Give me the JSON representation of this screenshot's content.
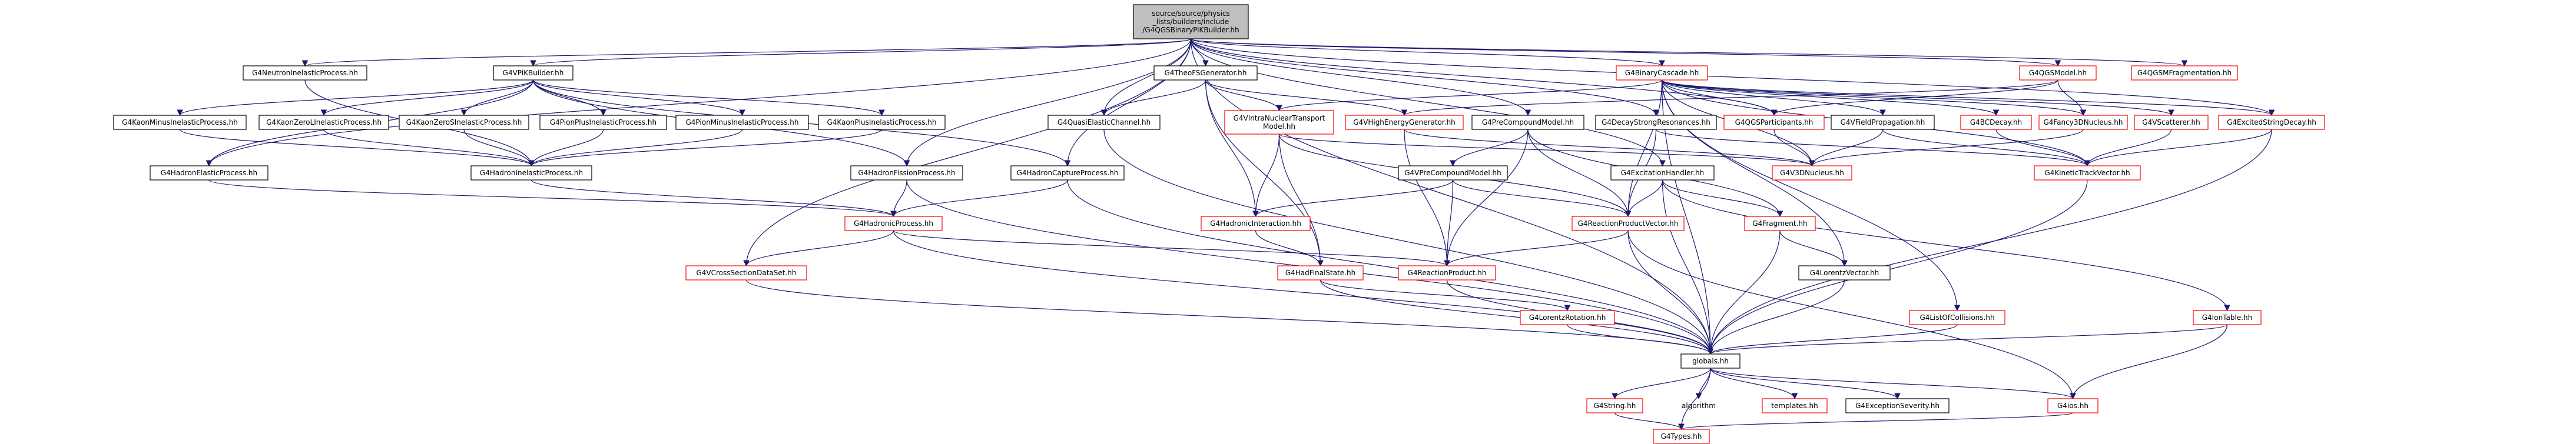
{
  "graph": {
    "root": "source/source/physics_lists/builders/include/G4QGSBinaryPiKBuilder.hh",
    "colors": {
      "edge": "#191970",
      "node_border": "#000000",
      "missing_border": "#ff0000",
      "root_fill": "#bfbfbf",
      "background": "#ffffff"
    },
    "nodes": [
      {
        "id": "root",
        "lines": [
          "source/source/physics",
          "_lists/builders/include",
          "/G4QGSBinaryPiKBuilder.hh"
        ],
        "style": "root"
      },
      {
        "id": "neutronInel",
        "lines": [
          "G4NeutronInelasticProcess.hh"
        ],
        "style": "black"
      },
      {
        "id": "vpik",
        "lines": [
          "G4VPiKBuilder.hh"
        ],
        "style": "black"
      },
      {
        "id": "theofs",
        "lines": [
          "G4TheoFSGenerator.hh"
        ],
        "style": "black"
      },
      {
        "id": "binary",
        "lines": [
          "G4BinaryCascade.hh"
        ],
        "style": "red"
      },
      {
        "id": "qgsm",
        "lines": [
          "G4QGSModel.hh"
        ],
        "style": "red"
      },
      {
        "id": "qgsmfrag",
        "lines": [
          "G4QGSMFragmentation.hh"
        ],
        "style": "red"
      },
      {
        "id": "kaonMinusInel",
        "lines": [
          "G4KaonMinusInelasticProcess.hh"
        ],
        "style": "black"
      },
      {
        "id": "kaonZeroLInel",
        "lines": [
          "G4KaonZeroLInelasticProcess.hh"
        ],
        "style": "black"
      },
      {
        "id": "kaonZeroSInel",
        "lines": [
          "G4KaonZeroSInelasticProcess.hh"
        ],
        "style": "black"
      },
      {
        "id": "pionPlusInel",
        "lines": [
          "G4PionPlusInelasticProcess.hh"
        ],
        "style": "black"
      },
      {
        "id": "pionMinusInel",
        "lines": [
          "G4PionMinusInelasticProcess.hh"
        ],
        "style": "black"
      },
      {
        "id": "kaonPlusInel",
        "lines": [
          "G4KaonPlusInelasticProcess.hh"
        ],
        "style": "black"
      },
      {
        "id": "quasiElastic",
        "lines": [
          "G4QuasiElasticChannel.hh"
        ],
        "style": "black"
      },
      {
        "id": "vintra",
        "lines": [
          "G4VIntraNuclearTransport",
          "Model.hh"
        ],
        "style": "red"
      },
      {
        "id": "vhighE",
        "lines": [
          "G4VHighEnergyGenerator.hh"
        ],
        "style": "red"
      },
      {
        "id": "precompound",
        "lines": [
          "G4PreCompoundModel.hh"
        ],
        "style": "black"
      },
      {
        "id": "decayStrong",
        "lines": [
          "G4DecayStrongResonances.hh"
        ],
        "style": "black"
      },
      {
        "id": "qgsParticipants",
        "lines": [
          "G4QGSParticipants.hh"
        ],
        "style": "red"
      },
      {
        "id": "vfield",
        "lines": [
          "G4VFieldPropagation.hh"
        ],
        "style": "black"
      },
      {
        "id": "bcdecay",
        "lines": [
          "G4BCDecay.hh"
        ],
        "style": "red"
      },
      {
        "id": "fancy3d",
        "lines": [
          "G4Fancy3DNucleus.hh"
        ],
        "style": "red"
      },
      {
        "id": "vscatterer",
        "lines": [
          "G4VScatterer.hh"
        ],
        "style": "red"
      },
      {
        "id": "excitedString",
        "lines": [
          "G4ExcitedStringDecay.hh"
        ],
        "style": "red"
      },
      {
        "id": "hadronicElastic",
        "lines": [
          "G4HadronElasticProcess.hh"
        ],
        "style": "black"
      },
      {
        "id": "hadronInel",
        "lines": [
          "G4HadronInelasticProcess.hh"
        ],
        "style": "black"
      },
      {
        "id": "hadronFission",
        "lines": [
          "G4HadronFissionProcess.hh"
        ],
        "style": "black"
      },
      {
        "id": "hadronCapture",
        "lines": [
          "G4HadronCaptureProcess.hh"
        ],
        "style": "black"
      },
      {
        "id": "vprecompound",
        "lines": [
          "G4VPreCompoundModel.hh"
        ],
        "style": "black"
      },
      {
        "id": "excitationHandler",
        "lines": [
          "G4ExcitationHandler.hh"
        ],
        "style": "black"
      },
      {
        "id": "v3dnucleus",
        "lines": [
          "G4V3DNucleus.hh"
        ],
        "style": "red"
      },
      {
        "id": "kineticTrackVector",
        "lines": [
          "G4KineticTrackVector.hh"
        ],
        "style": "red"
      },
      {
        "id": "hadronicProcess",
        "lines": [
          "G4HadronicProcess.hh"
        ],
        "style": "red"
      },
      {
        "id": "hadronicInteraction",
        "lines": [
          "G4HadronicInteraction.hh"
        ],
        "style": "red"
      },
      {
        "id": "reactionProductVector",
        "lines": [
          "G4ReactionProductVector.hh"
        ],
        "style": "red"
      },
      {
        "id": "fragment",
        "lines": [
          "G4Fragment.hh"
        ],
        "style": "red"
      },
      {
        "id": "vcrossSection",
        "lines": [
          "G4VCrossSectionDataSet.hh"
        ],
        "style": "red"
      },
      {
        "id": "hadFinalState",
        "lines": [
          "G4HadFinalState.hh"
        ],
        "style": "red"
      },
      {
        "id": "reactionProduct",
        "lines": [
          "G4ReactionProduct.hh"
        ],
        "style": "red"
      },
      {
        "id": "lorentzVector",
        "lines": [
          "G4LorentzVector.hh"
        ],
        "style": "black"
      },
      {
        "id": "lorentzRotation",
        "lines": [
          "G4LorentzRotation.hh"
        ],
        "style": "red"
      },
      {
        "id": "listOfCollisions",
        "lines": [
          "G4ListOfCollisions.hh"
        ],
        "style": "red"
      },
      {
        "id": "ionTable",
        "lines": [
          "G4IonTable.hh"
        ],
        "style": "red"
      },
      {
        "id": "globals",
        "lines": [
          "globals.hh"
        ],
        "style": "black"
      },
      {
        "id": "g4string",
        "lines": [
          "G4String.hh"
        ],
        "style": "red"
      },
      {
        "id": "algorithm",
        "lines": [
          "algorithm"
        ],
        "style": "plain"
      },
      {
        "id": "templates",
        "lines": [
          "templates.hh"
        ],
        "style": "red"
      },
      {
        "id": "exceptionSeverity",
        "lines": [
          "G4ExceptionSeverity.hh"
        ],
        "style": "black"
      },
      {
        "id": "g4ios",
        "lines": [
          "G4ios.hh"
        ],
        "style": "red"
      },
      {
        "id": "g4types",
        "lines": [
          "G4Types.hh"
        ],
        "style": "red"
      }
    ],
    "edges": [
      [
        "root",
        "neutronInel"
      ],
      [
        "root",
        "vpik"
      ],
      [
        "root",
        "theofs"
      ],
      [
        "root",
        "binary"
      ],
      [
        "root",
        "qgsm"
      ],
      [
        "root",
        "qgsmfrag"
      ],
      [
        "root",
        "hadronicElastic"
      ],
      [
        "root",
        "hadronFission"
      ],
      [
        "root",
        "hadronCapture"
      ],
      [
        "root",
        "quasiElastic"
      ],
      [
        "root",
        "precompound"
      ],
      [
        "root",
        "decayStrong"
      ],
      [
        "root",
        "excitedString"
      ],
      [
        "root",
        "vcrossSection"
      ],
      [
        "root",
        "globals"
      ],
      [
        "root",
        "qgsParticipants"
      ],
      [
        "root",
        "excitationHandler"
      ],
      [
        "neutronInel",
        "hadronInel"
      ],
      [
        "vpik",
        "hadronicElastic"
      ],
      [
        "vpik",
        "kaonMinusInel"
      ],
      [
        "vpik",
        "kaonZeroLInel"
      ],
      [
        "vpik",
        "kaonZeroSInel"
      ],
      [
        "vpik",
        "pionPlusInel"
      ],
      [
        "vpik",
        "pionMinusInel"
      ],
      [
        "vpik",
        "kaonPlusInel"
      ],
      [
        "vpik",
        "hadronFission"
      ],
      [
        "vpik",
        "hadronCapture"
      ],
      [
        "kaonMinusInel",
        "hadronInel"
      ],
      [
        "kaonZeroLInel",
        "hadronInel"
      ],
      [
        "kaonZeroSInel",
        "hadronInel"
      ],
      [
        "pionPlusInel",
        "hadronInel"
      ],
      [
        "pionMinusInel",
        "hadronInel"
      ],
      [
        "kaonPlusInel",
        "hadronInel"
      ],
      [
        "theofs",
        "quasiElastic"
      ],
      [
        "theofs",
        "vintra"
      ],
      [
        "theofs",
        "vhighE"
      ],
      [
        "theofs",
        "hadronicInteraction"
      ],
      [
        "theofs",
        "hadFinalState"
      ],
      [
        "binary",
        "vintra"
      ],
      [
        "binary",
        "qgsParticipants"
      ],
      [
        "binary",
        "vfield"
      ],
      [
        "binary",
        "bcdecay"
      ],
      [
        "binary",
        "fancy3d"
      ],
      [
        "binary",
        "vscatterer"
      ],
      [
        "binary",
        "v3dnucleus"
      ],
      [
        "binary",
        "kineticTrackVector"
      ],
      [
        "binary",
        "listOfCollisions"
      ],
      [
        "binary",
        "reactionProductVector"
      ],
      [
        "binary",
        "lorentzVector"
      ],
      [
        "binary",
        "globals"
      ],
      [
        "binary",
        "excitedString"
      ],
      [
        "qgsm",
        "vhighE"
      ],
      [
        "qgsm",
        "fancy3d"
      ],
      [
        "qgsm",
        "qgsParticipants"
      ],
      [
        "excitedString",
        "kineticTrackVector"
      ],
      [
        "excitedString",
        "globals"
      ],
      [
        "hadronicElastic",
        "hadronicProcess"
      ],
      [
        "hadronInel",
        "hadronicProcess"
      ],
      [
        "hadronFission",
        "hadronicProcess"
      ],
      [
        "hadronCapture",
        "hadronicProcess"
      ],
      [
        "hadronFission",
        "globals"
      ],
      [
        "hadronCapture",
        "globals"
      ],
      [
        "hadronicProcess",
        "vcrossSection"
      ],
      [
        "hadronicProcess",
        "globals"
      ],
      [
        "hadronicProcess",
        "reactionProduct"
      ],
      [
        "quasiElastic",
        "globals"
      ],
      [
        "vintra",
        "hadronicInteraction"
      ],
      [
        "vintra",
        "hadFinalState"
      ],
      [
        "vintra",
        "v3dnucleus"
      ],
      [
        "vintra",
        "reactionProductVector"
      ],
      [
        "vhighE",
        "v3dnucleus"
      ],
      [
        "vhighE",
        "reactionProduct"
      ],
      [
        "precompound",
        "vprecompound"
      ],
      [
        "precompound",
        "reactionProductVector"
      ],
      [
        "precompound",
        "fragment"
      ],
      [
        "precompound",
        "reactionProduct"
      ],
      [
        "decayStrong",
        "reactionProductVector"
      ],
      [
        "decayStrong",
        "kineticTrackVector"
      ],
      [
        "vprecompound",
        "hadronicInteraction"
      ],
      [
        "vprecompound",
        "reactionProductVector"
      ],
      [
        "vprecompound",
        "reactionProduct"
      ],
      [
        "excitationHandler",
        "reactionProductVector"
      ],
      [
        "excitationHandler",
        "fragment"
      ],
      [
        "excitationHandler",
        "ionTable"
      ],
      [
        "excitationHandler",
        "globals"
      ],
      [
        "qgsParticipants",
        "v3dnucleus"
      ],
      [
        "vfield",
        "v3dnucleus"
      ],
      [
        "vfield",
        "kineticTrackVector"
      ],
      [
        "bcdecay",
        "kineticTrackVector"
      ],
      [
        "fancy3d",
        "v3dnucleus"
      ],
      [
        "vscatterer",
        "kineticTrackVector"
      ],
      [
        "kineticTrackVector",
        "globals"
      ],
      [
        "hadronicInteraction",
        "hadFinalState"
      ],
      [
        "reactionProductVector",
        "reactionProduct"
      ],
      [
        "reactionProductVector",
        "globals"
      ],
      [
        "reactionProductVector",
        "g4ios"
      ],
      [
        "fragment",
        "lorentzVector"
      ],
      [
        "fragment",
        "globals"
      ],
      [
        "vcrossSection",
        "globals"
      ],
      [
        "hadFinalState",
        "lorentzRotation"
      ],
      [
        "hadFinalState",
        "globals"
      ],
      [
        "reactionProduct",
        "globals"
      ],
      [
        "lorentzVector",
        "globals"
      ],
      [
        "lorentzRotation",
        "globals"
      ],
      [
        "listOfCollisions",
        "globals"
      ],
      [
        "ionTable",
        "globals"
      ],
      [
        "ionTable",
        "g4ios"
      ],
      [
        "globals",
        "g4string"
      ],
      [
        "globals",
        "algorithm"
      ],
      [
        "globals",
        "templates"
      ],
      [
        "globals",
        "exceptionSeverity"
      ],
      [
        "globals",
        "g4ios"
      ],
      [
        "globals",
        "g4types"
      ],
      [
        "g4string",
        "g4types"
      ],
      [
        "g4ios",
        "g4types"
      ]
    ]
  }
}
